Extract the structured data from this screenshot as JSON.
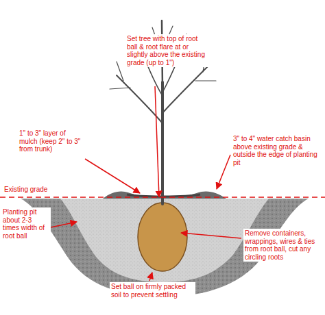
{
  "diagram": {
    "labels": [
      "Set tree with top of root ball & root flare at or slightly above the existing grade (up to 1\")",
      "1\" to 3\" layer of mulch (keep 2\" to 3\" from trunk)",
      "3\" to 4\" water catch basin above existing grade & outside the edge of planting pit",
      "Existing grade",
      "Planting pit about 2-3 times width of root ball",
      "Remove containers, wrappings, wires & ties from root ball, cut any circling roots",
      "Set ball on firmly packed soil to prevent settling"
    ]
  }
}
